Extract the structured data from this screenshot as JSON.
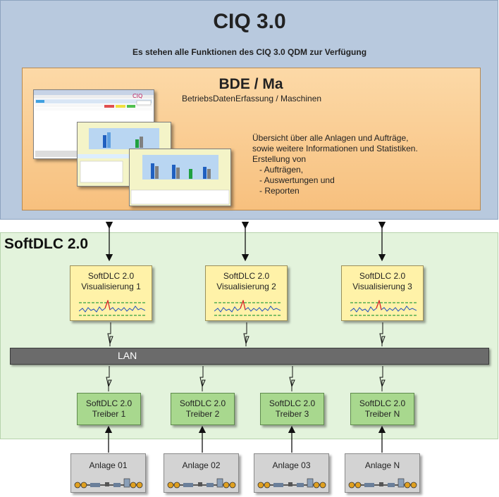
{
  "ciq": {
    "title": "CIQ 3.0",
    "subtitle": "Es stehen alle Funktionen des CIQ 3.0 QDM zur Verfügung"
  },
  "bde": {
    "title": "BDE / Ma",
    "subtitle": "BetriebsDatenErfassung / Maschinen",
    "description": [
      "Übersicht über alle Anlagen und Aufträge,",
      "sowie weitere Informationen und Statistiken.",
      "Erstellung von",
      "   - Aufträgen,",
      "   - Auswertungen und",
      "   - Reporten"
    ]
  },
  "softdlc": {
    "title": "SoftDLC 2.0",
    "lan_label": "LAN",
    "visualisierungen": [
      {
        "line1": "SoftDLC 2.0",
        "line2": "Visualisierung 1"
      },
      {
        "line1": "SoftDLC 2.0",
        "line2": "Visualisierung 2"
      },
      {
        "line1": "SoftDLC 2.0",
        "line2": "Visualisierung 3"
      }
    ],
    "treiber": [
      {
        "line1": "SoftDLC 2.0",
        "line2": "Treiber 1"
      },
      {
        "line1": "SoftDLC 2.0",
        "line2": "Treiber 2"
      },
      {
        "line1": "SoftDLC 2.0",
        "line2": "Treiber 3"
      },
      {
        "line1": "SoftDLC 2.0",
        "line2": "Treiber N"
      }
    ]
  },
  "anlagen": [
    {
      "label": "Anlage 01"
    },
    {
      "label": "Anlage 02"
    },
    {
      "label": "Anlage 03"
    },
    {
      "label": "Anlage N"
    }
  ],
  "colors": {
    "ciq_bg": "#b8c9de",
    "bde_bg": "#f7c07e",
    "softdlc_bg": "#e3f3dc",
    "visualisierung_bg": "#fff2a8",
    "treiber_bg": "#a8d88e",
    "anlage_bg": "#d3d3d3",
    "lan_bg": "#6b6b6b"
  }
}
